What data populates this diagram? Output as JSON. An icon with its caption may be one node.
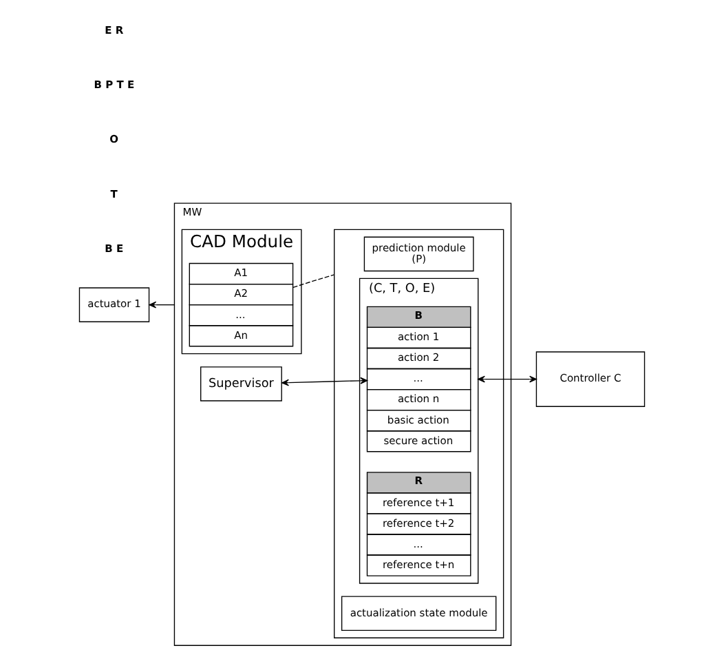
{
  "diagram": {
    "nodes": [
      {
        "text": [
          "actuator 1"
        ]
      },
      {
        "text": [
          "MW"
        ]
      },
      {
        "text": [
          "CAD Module"
        ],
        "in": 1
      },
      {
        "text": [
          "A1",
          "A2",
          "...",
          "An"
        ],
        "in": 2
      },
      {
        "text": [],
        "shape": "box",
        "in": 1
      },
      {
        "text": [
          "prediction module",
          "(P)"
        ],
        "in": 4
      },
      {
        "text": [
          "actualization state module"
        ],
        "in": 4
      },
      {
        "text": [
          "(C, T, O, E)"
        ],
        "in": 4
      },
      {
        "text": [
          "B",
          "action 1",
          "action 2",
          "...",
          "action n",
          "basic action",
          "secure action"
        ],
        "in": 7
      },
      {
        "text": [
          "R",
          "reference t+1",
          "reference t+2",
          "...",
          "reference t+n"
        ],
        "in": 7
      },
      {
        "text": [
          "Supervisor"
        ],
        "in": 1
      },
      {
        "text": [
          "Controller C"
        ]
      }
    ],
    "edges": [
      {
        "from": 1,
        "to": 0,
        "arrow": "to"
      },
      {
        "from": 3,
        "to": 4,
        "arrow": "none",
        "style": "dashed"
      },
      {
        "from": 11,
        "to": 7,
        "arrow": "both"
      },
      {
        "from": 10,
        "to": 8,
        "arrow": "both"
      }
    ],
    "labels": [
      "B E",
      "T",
      "O",
      "B P T E",
      "E R"
    ]
  }
}
